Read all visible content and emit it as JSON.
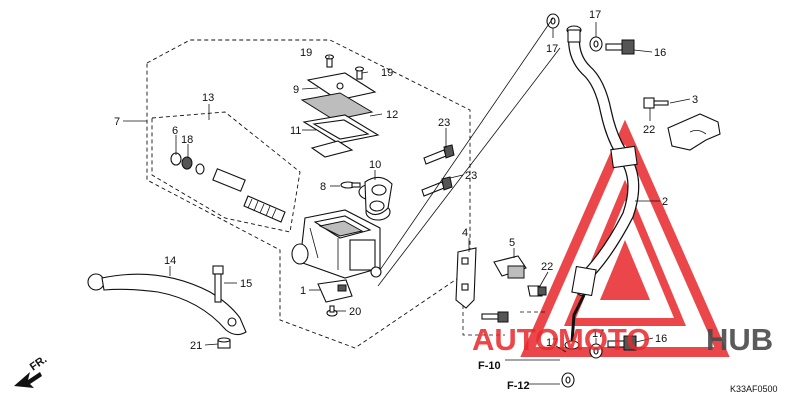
{
  "callouts": {
    "c1": "1",
    "c2": "2",
    "c3": "3",
    "c4": "4",
    "c5": "5",
    "c6": "6",
    "c7": "7",
    "c8": "8",
    "c9": "9",
    "c10": "10",
    "c11": "11",
    "c12": "12",
    "c13": "13",
    "c14": "14",
    "c15": "15",
    "c16a": "16",
    "c16b": "16",
    "c17a": "17",
    "c17b": "17",
    "c17c": "17",
    "c17d": "17",
    "c18": "18",
    "c19a": "19",
    "c19b": "19",
    "c20": "20",
    "c21": "21",
    "c22a": "22",
    "c22b": "22",
    "c23a": "23",
    "c23b": "23"
  },
  "refs": {
    "f10": "F-10",
    "f12": "F-12",
    "fr": "FR."
  },
  "diagram_code": "K33AF0500",
  "watermark": {
    "text1": "AUTO",
    "text2": "MOTO",
    "text3": "HUB",
    "color": "#e8282b",
    "color_dark": "#4a4a4a"
  }
}
